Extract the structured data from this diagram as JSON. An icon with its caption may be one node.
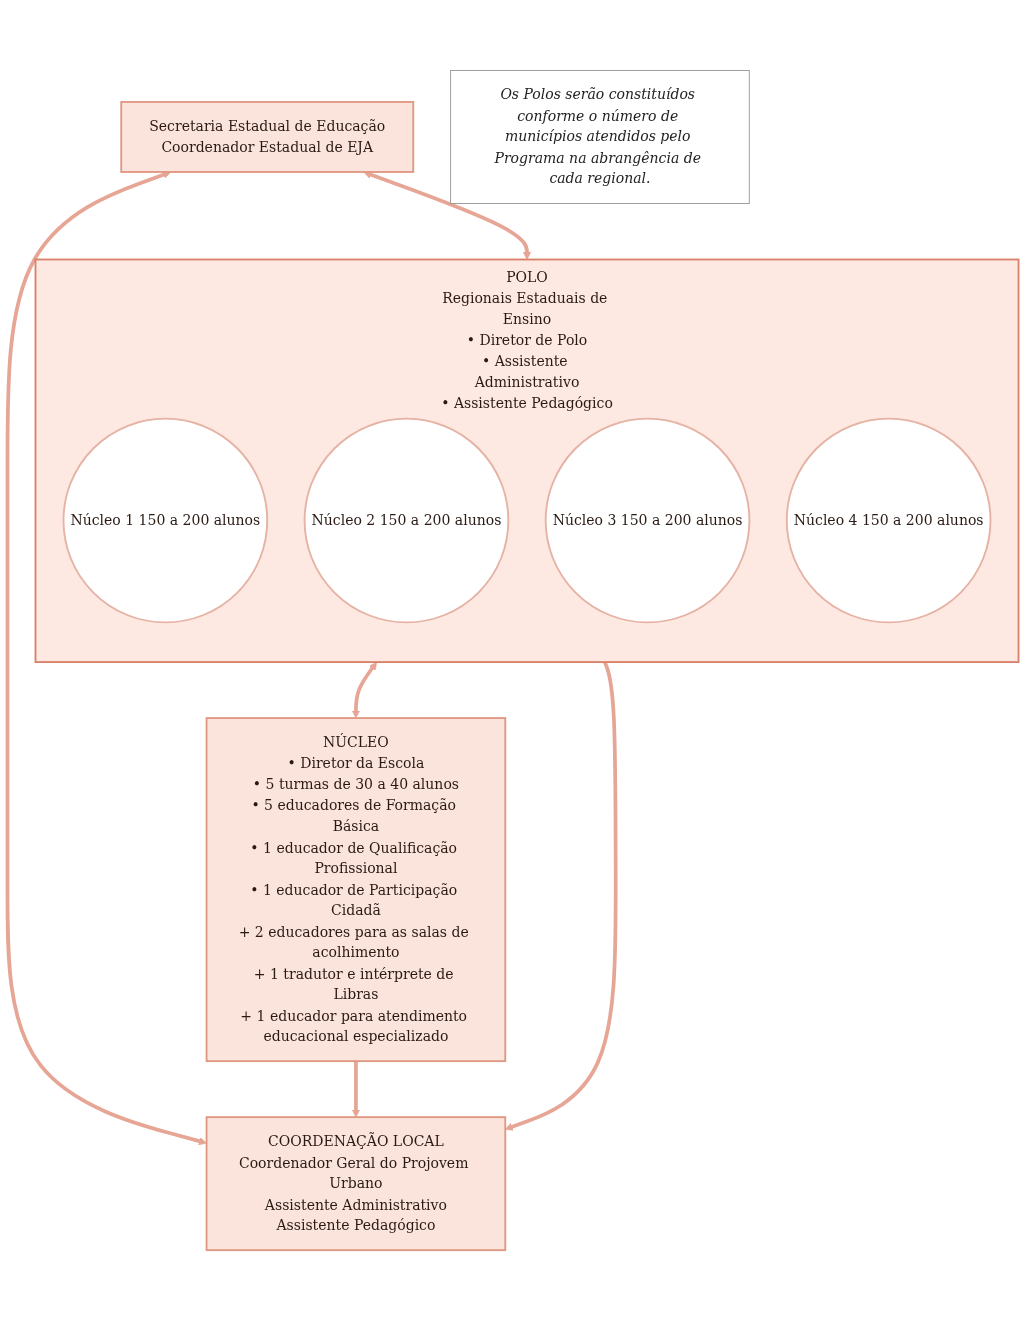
{
  "diagram": {
    "nodes": [
      {
        "text": [
          "Secretaria Estadual de Educação",
          "Coordenador Estadual de EJA"
        ]
      },
      {
        "text": [
          "COORDENAÇÃO LOCAL",
          "Coordenador Geral do Projovem Urbano",
          "Assistente Administrativo",
          "Assistente Pedagógico"
        ]
      },
      {
        "text": [
          "POLO",
          "Regionais Estaduais de Ensino",
          "• Diretor de Polo",
          "• Assistente Administrativo",
          "• Assistente Pedagógico"
        ]
      },
      {
        "text": [
          "Núcleo 1 150 a 200 alunos"
        ],
        "in": 2
      },
      {
        "text": [
          "Núcleo 2 150 a 200 alunos"
        ],
        "in": 2
      },
      {
        "text": [
          "Núcleo 3 150 a 200 alunos"
        ],
        "in": 2
      },
      {
        "text": [
          "Núcleo 4 150 a 200 alunos"
        ],
        "in": 2
      },
      {
        "text": [
          "Os Polos serão constituídos conforme o número de municípios atendidos pelo Programa na abrangência de cada regional."
        ]
      },
      {
        "text": [
          "NÚCLEO",
          "• Diretor da Escola",
          "• 5 turmas de 30 a 40 alunos",
          "• 5 educadores de Formação Básica",
          "• 1 educador de Qualificação Profissional",
          "• 1 educador de Participação Cidadã",
          "+ 2 educadores para as salas de acolhimento",
          "+ 1 tradutor e intérprete de Libras",
          "+ 1 educador para atendimento educacional especializado"
        ]
      }
    ],
    "edges": [
      {
        "from": 0,
        "to": 1,
        "arrow": "both"
      },
      {
        "from": 0,
        "to": 2,
        "arrow": "both"
      },
      {
        "from": 2,
        "to": 8,
        "arrow": "both"
      },
      {
        "from": 2,
        "to": 1,
        "arrow": "to"
      },
      {
        "from": 8,
        "to": 1,
        "arrow": "to"
      }
    ]
  }
}
